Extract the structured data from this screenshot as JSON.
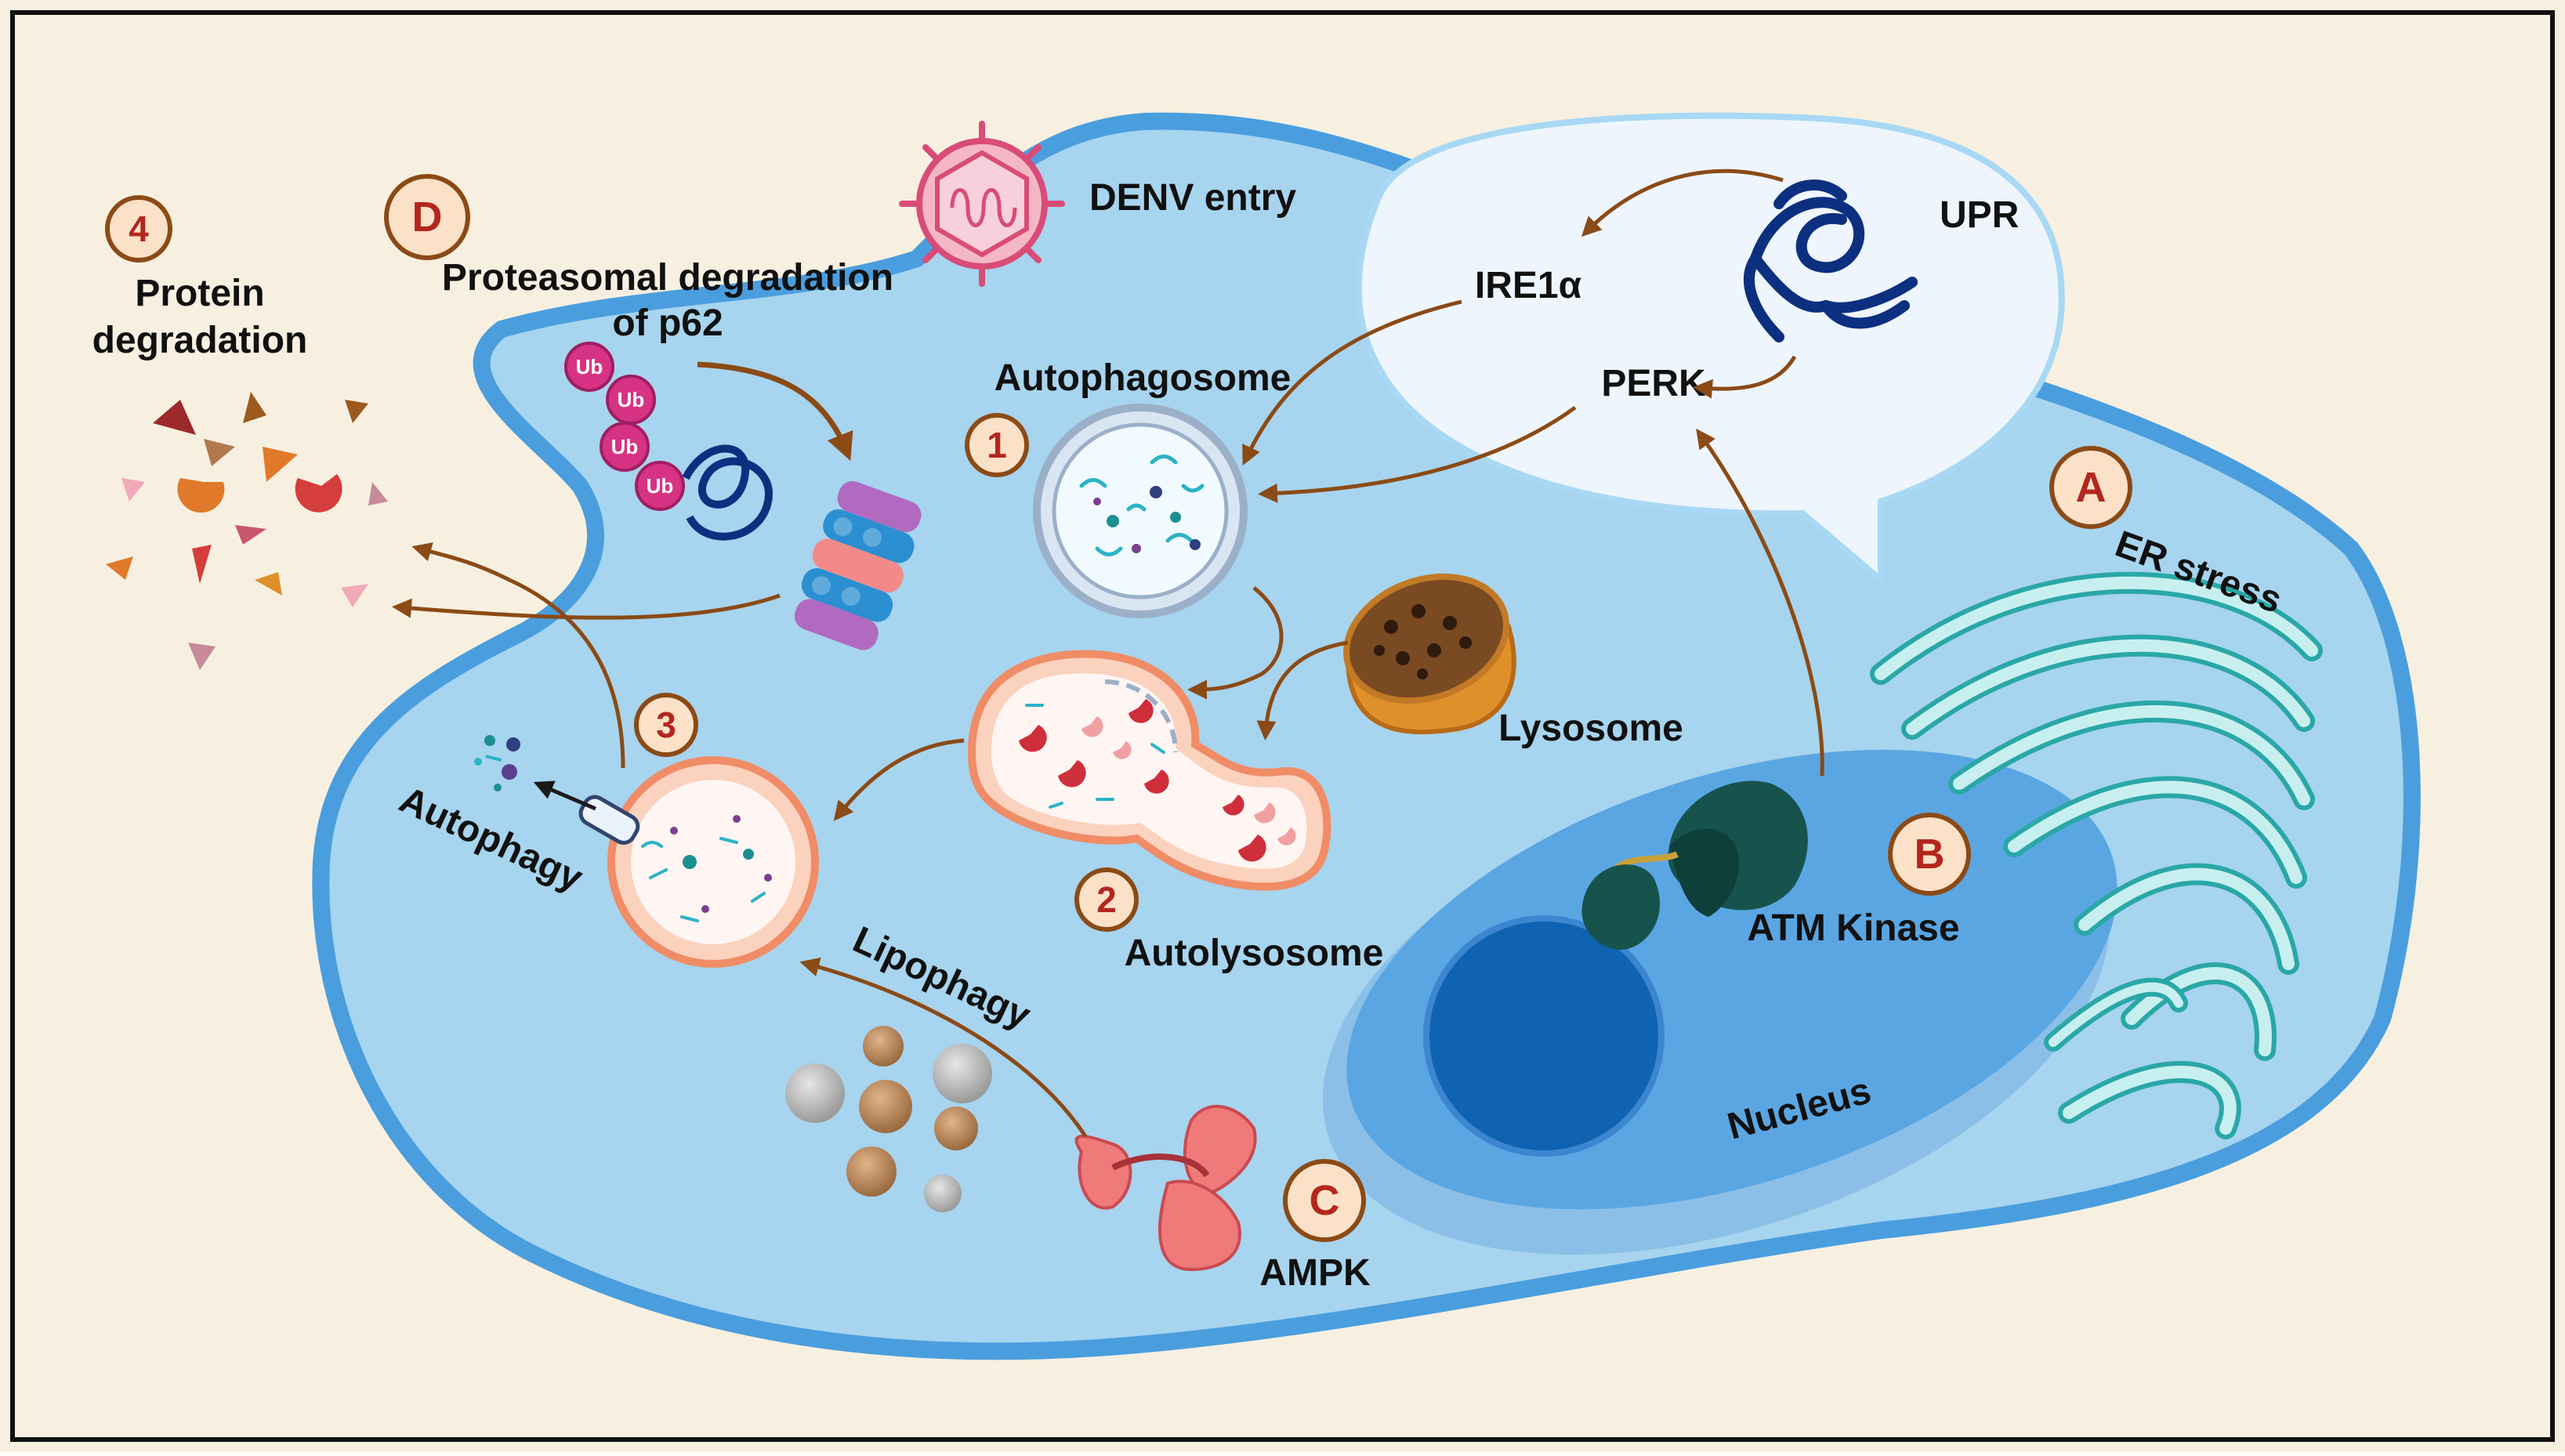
{
  "labels": {
    "denv_entry": "DENV entry",
    "upr": "UPR",
    "ire1a": "IRE1α",
    "perk": "PERK",
    "autophagosome": "Autophagosome",
    "lysosome": "Lysosome",
    "autolysosome": "Autolysosome",
    "autophagy": "Autophagy",
    "lipophagy": "Lipophagy",
    "ampk": "AMPK",
    "atm_kinase": "ATM Kinase",
    "nucleus": "Nucleus",
    "er_stress": "ER stress",
    "proteasomal_line1": "Proteasomal degradation",
    "proteasomal_line2": "of p62",
    "protein_deg_line1": "Protein",
    "protein_deg_line2": "degradation",
    "ub": "Ub"
  },
  "badges": {
    "n1": "1",
    "n2": "2",
    "n3": "3",
    "n4": "4",
    "a": "A",
    "b": "B",
    "c": "C",
    "d": "D"
  },
  "colors": {
    "background": "#f7f0e1",
    "cell_fill": "#a7d4ee",
    "cell_border": "#4a9ede",
    "nucleus": "#5aa6e3",
    "nucleolus": "#0f63b0",
    "er_bubble": "#eef5fc",
    "arrow": "#8b4a16",
    "badge_fill": "#fbe1c7",
    "badge_stroke": "#8b4a16",
    "badge_text": "#b3261e",
    "ub": "#d63384",
    "er": "#2aa7a7",
    "ampk": "#f07a7a",
    "atm": "#17534d",
    "lysosome": "#e0902b"
  }
}
